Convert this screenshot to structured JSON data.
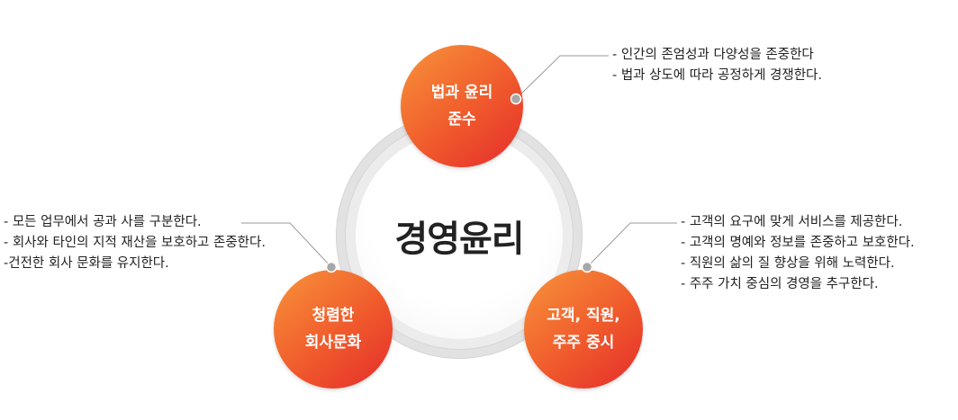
{
  "center": {
    "title": "경영윤리"
  },
  "nodes": {
    "top": {
      "line1": "법과 윤리",
      "line2": "준수"
    },
    "left": {
      "line1": "청렴한",
      "line2": "회사문화"
    },
    "right": {
      "line1": "고객, 직원,",
      "line2": "주주 중시"
    }
  },
  "descriptions": {
    "top": [
      "- 인간의 존엄성과 다양성을 존중한다",
      "- 법과 상도에 따라 공정하게 경쟁한다."
    ],
    "left": [
      "- 모든 업무에서 공과 사를 구분한다.",
      "- 회사와 타인의 지적 재산을 보호하고 존중한다.",
      "-건전한 회사 문화를 유지한다."
    ],
    "right": [
      "- 고객의 요구에 맞게 서비스를 제공한다.",
      "- 고객의 명예와 정보를 존중하고 보호한다.",
      "- 직원의 삶의 질 향상을 위해 노력한다.",
      "- 주주 가치 중심의 경영을 추구한다."
    ]
  },
  "colors": {
    "node_start": "#f7943a",
    "node_end": "#e42c2c",
    "connector": "#9a9a9a"
  }
}
